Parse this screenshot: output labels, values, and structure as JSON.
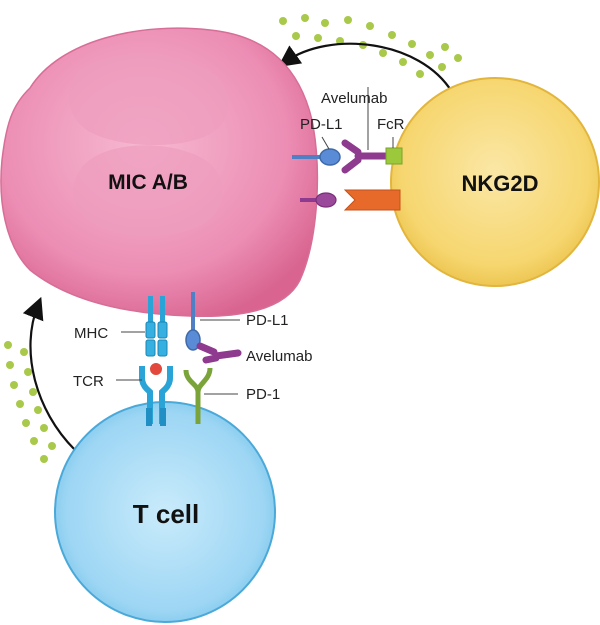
{
  "cells": {
    "tumor": {
      "label": "MIC A/B",
      "color": "#e77fa8"
    },
    "nk": {
      "label": "NKG2D",
      "color": "#f6d56c"
    },
    "t": {
      "label": "T cell",
      "color": "#8fd0f2"
    }
  },
  "molecules": {
    "pdl1_top": "PD-L1",
    "avelumab_top": "Avelumab",
    "fcr": "FcR",
    "mhc": "MHC",
    "tcr": "TCR",
    "pdl1_bottom": "PD-L1",
    "avelumab_bottom": "Avelumab",
    "pd1": "PD-1"
  },
  "colors": {
    "cytokine": "#a8c94a",
    "avelumab": "#8e3a8e",
    "pdl1": "#4f7fc4",
    "fcr": "#9cc83c",
    "nkg2d_receptor": "#e86a2a",
    "mhc_tcr": "#2aa3d6",
    "antigen": "#e2483c",
    "pd1": "#7aa33a"
  }
}
